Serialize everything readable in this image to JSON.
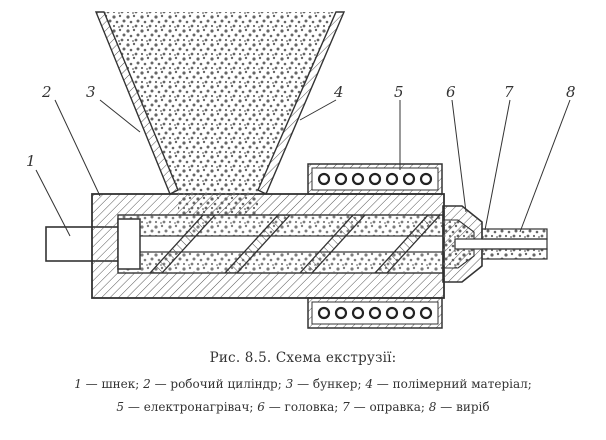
{
  "callouts": [
    "1",
    "2",
    "3",
    "4",
    "5",
    "6",
    "7",
    "8"
  ],
  "caption": {
    "title": "Рис. 8.5. Схема екструзії:",
    "legend_line1": [
      {
        "n": "1",
        "t": "шнек;"
      },
      {
        "n": "2",
        "t": "робочий циліндр;"
      },
      {
        "n": "3",
        "t": "бункер;"
      },
      {
        "n": "4",
        "t": "полімерний матеріал;"
      }
    ],
    "legend_line2": [
      {
        "n": "5",
        "t": "електронагрівач;"
      },
      {
        "n": "6",
        "t": "головка;"
      },
      {
        "n": "7",
        "t": "оправка;"
      },
      {
        "n": "8",
        "t": "виріб"
      }
    ]
  },
  "colors": {
    "ink": "#333333",
    "hatch": "#555555",
    "granule": "#666666"
  }
}
